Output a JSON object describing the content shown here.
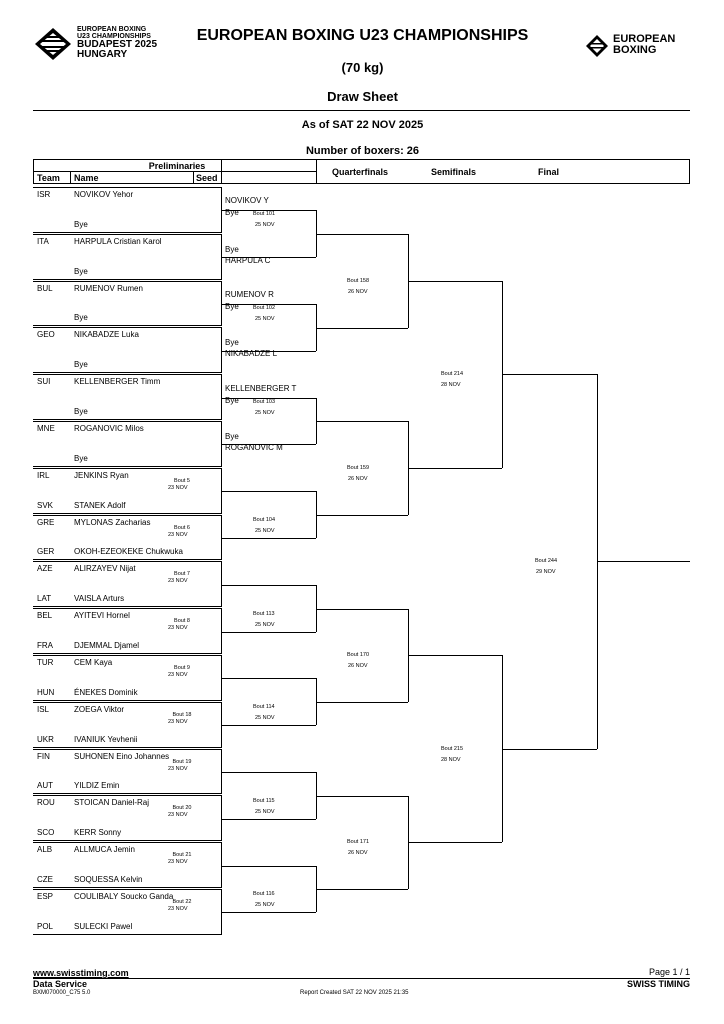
{
  "header": {
    "logo_left_lines": [
      "EUROPEAN BOXING",
      "U23 CHAMPIONSHIPS",
      "BUDAPEST 2025",
      "HUNGARY"
    ],
    "logo_right_lines": [
      "EUROPEAN",
      "BOXING"
    ],
    "title": "EUROPEAN BOXING U23 CHAMPIONSHIPS",
    "weight": "(70 kg)",
    "sheet": "Draw Sheet",
    "as_of": "As of SAT 22 NOV 2025",
    "num_boxers": "Number of boxers: 26"
  },
  "columns": {
    "preliminaries": "Preliminaries",
    "team": "Team",
    "name": "Name",
    "seed": "Seed",
    "quarterfinals": "Quarterfinals",
    "semifinals": "Semifinals",
    "final": "Final"
  },
  "entries": [
    {
      "team": "ISR",
      "name": "NOVIKOV Yehor"
    },
    {
      "team": "",
      "name": "Bye"
    },
    {
      "team": "ITA",
      "name": "HARPULA Cristian Karol"
    },
    {
      "team": "",
      "name": "Bye"
    },
    {
      "team": "BUL",
      "name": "RUMENOV Rumen"
    },
    {
      "team": "",
      "name": "Bye"
    },
    {
      "team": "GEO",
      "name": "NIKABADZE Luka"
    },
    {
      "team": "",
      "name": "Bye"
    },
    {
      "team": "SUI",
      "name": "KELLENBERGER Timm"
    },
    {
      "team": "",
      "name": "Bye"
    },
    {
      "team": "MNE",
      "name": "ROGANOVIC Milos"
    },
    {
      "team": "",
      "name": "Bye"
    },
    {
      "team": "IRL",
      "name": "JENKINS Ryan"
    },
    {
      "team": "SVK",
      "name": "STANEK Adolf"
    },
    {
      "team": "GRE",
      "name": "MYLONAS Zacharias"
    },
    {
      "team": "GER",
      "name": "OKOH-EZEOKEKE Chukwuka"
    },
    {
      "team": "AZE",
      "name": "ALIRZAYEV Nijat"
    },
    {
      "team": "LAT",
      "name": "VAISLA Arturs"
    },
    {
      "team": "BEL",
      "name": "AYITEVI Hornel"
    },
    {
      "team": "FRA",
      "name": "DJEMMAL Djamel"
    },
    {
      "team": "TUR",
      "name": "CEM Kaya"
    },
    {
      "team": "HUN",
      "name": "ÉNEKES Dominik"
    },
    {
      "team": "ISL",
      "name": "ZOEGA Viktor"
    },
    {
      "team": "UKR",
      "name": "IVANIUK Yevhenii"
    },
    {
      "team": "FIN",
      "name": "SUHONEN Eino Johannes"
    },
    {
      "team": "AUT",
      "name": "YILDIZ Emin"
    },
    {
      "team": "ROU",
      "name": "STOICAN Daniel-Raj"
    },
    {
      "team": "SCO",
      "name": "KERR Sonny"
    },
    {
      "team": "ALB",
      "name": "ALLMUCA Jemin"
    },
    {
      "team": "CZE",
      "name": "SOQUESSA Kelvin"
    },
    {
      "team": "ESP",
      "name": "COULIBALY Soucko Ganda"
    },
    {
      "team": "POL",
      "name": "SULECKI Pawel"
    }
  ],
  "prelim_bouts": [
    {
      "bout": "Bout 5",
      "date": "23 NOV"
    },
    {
      "bout": "Bout 6",
      "date": "23 NOV"
    },
    {
      "bout": "Bout 7",
      "date": "23 NOV"
    },
    {
      "bout": "Bout 8",
      "date": "23 NOV"
    },
    {
      "bout": "Bout 9",
      "date": "23 NOV"
    },
    {
      "bout": "Bout 18",
      "date": "23 NOV"
    },
    {
      "bout": "Bout 19",
      "date": "23 NOV"
    },
    {
      "bout": "Bout 20",
      "date": "23 NOV"
    },
    {
      "bout": "Bout 21",
      "date": "23 NOV"
    },
    {
      "bout": "Bout 22",
      "date": "23 NOV"
    }
  ],
  "r16_bouts": [
    {
      "top": "NOVIKOV Y",
      "bottom": "Bye",
      "bout": "Bout 101",
      "date": "25 NOV"
    },
    {
      "top": "Bye",
      "bottom": "HARPULA C",
      "bout": "",
      "date": ""
    },
    {
      "top": "RUMENOV R",
      "bottom": "Bye",
      "bout": "Bout 102",
      "date": "25 NOV"
    },
    {
      "top": "Bye",
      "bottom": "NIKABADZE L",
      "bout": "",
      "date": ""
    },
    {
      "top": "KELLENBERGER T",
      "bottom": "Bye",
      "bout": "Bout 103",
      "date": "25 NOV"
    },
    {
      "top": "Bye",
      "bottom": "ROGANOVIC M",
      "bout": "",
      "date": ""
    }
  ],
  "r16_bouts_lower": [
    {
      "bout": "Bout 104",
      "date": "25 NOV"
    },
    {
      "bout": "Bout 113",
      "date": "25 NOV"
    },
    {
      "bout": "Bout 114",
      "date": "25 NOV"
    },
    {
      "bout": "Bout 115",
      "date": "25 NOV"
    },
    {
      "bout": "Bout 116",
      "date": "25 NOV"
    }
  ],
  "qf_bouts": [
    {
      "bout": "Bout 158",
      "date": "26 NOV"
    },
    {
      "bout": "Bout 159",
      "date": "26 NOV"
    },
    {
      "bout": "Bout 170",
      "date": "26 NOV"
    },
    {
      "bout": "Bout 171",
      "date": "26 NOV"
    }
  ],
  "sf_bouts": [
    {
      "bout": "Bout 214",
      "date": "28 NOV"
    },
    {
      "bout": "Bout 215",
      "date": "28 NOV"
    }
  ],
  "final_bout": {
    "bout": "Bout 244",
    "date": "29 NOV"
  },
  "footer": {
    "website": "www.swisstiming.com",
    "data_service": "Data Service",
    "code": "BXM070000_C75 5.0",
    "report_created": "Report Created  SAT 22 NOV 2025 21:35",
    "page": "Page 1 / 1",
    "brand": "SWISS TIMING"
  }
}
